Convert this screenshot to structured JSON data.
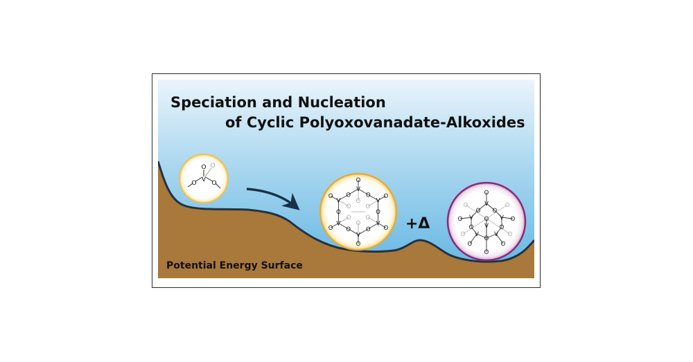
{
  "title": {
    "line1": "Speciation and Nucleation",
    "line2": "of Cyclic Polyoxovanadate-Alkoxides"
  },
  "surface_label": "Potential Energy Surface",
  "heat_label": "+Δ",
  "atom_labels": {
    "vanadium": "V",
    "oxygen": "O"
  },
  "colors": {
    "sky_top": "#eaf4fb",
    "sky_bottom": "#5fb4e2",
    "ground": "#a9783b",
    "outline": "#1f3346",
    "monomer_ring": "#e9c25a",
    "cluster_ring": "#e2ac3a",
    "oxide_ring": "#8a2a7a",
    "text": "#111111"
  }
}
